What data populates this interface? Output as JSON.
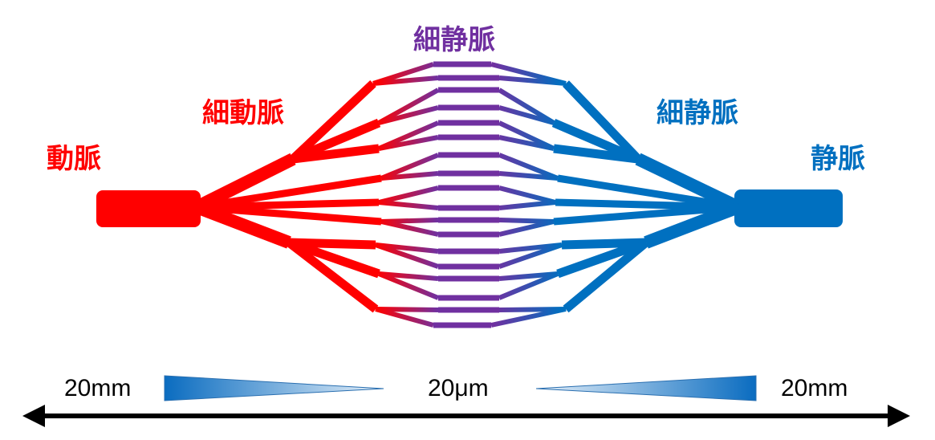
{
  "labels": {
    "artery": "動脈",
    "arteriole": "細動脈",
    "capillary_top": "細静脈",
    "venule": "細静脈",
    "vein": "静脈"
  },
  "scale": {
    "left": "20mm",
    "center": "20μm",
    "right": "20mm"
  },
  "colors": {
    "artery": "#ff0000",
    "capillary": "#7030a0",
    "vein": "#0070c0",
    "arrow": "#000000"
  }
}
